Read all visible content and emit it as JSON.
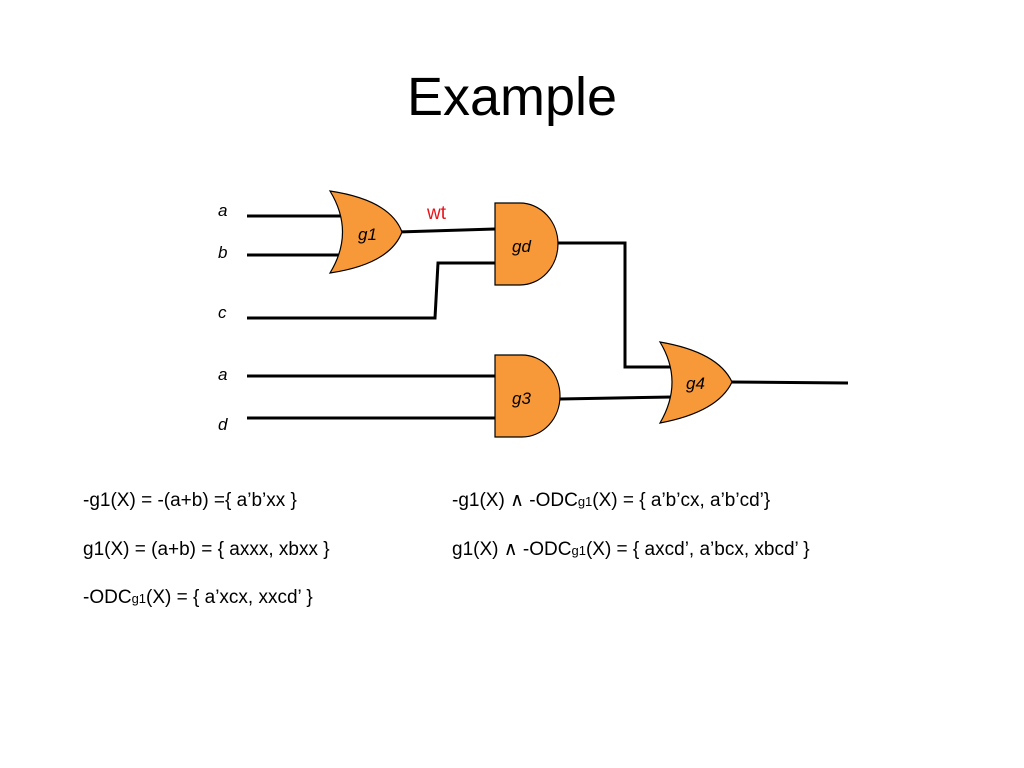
{
  "title": "Example",
  "circuit": {
    "inputs": [
      "a",
      "b",
      "c",
      "a",
      "d"
    ],
    "gates": {
      "g1": "g1",
      "gd": "gd",
      "g3": "g3",
      "g4": "g4"
    },
    "wire_label": "wt",
    "colors": {
      "gate_fill": "#f79839",
      "wire_label": "#e8141b"
    }
  },
  "equations": {
    "left": [
      {
        "text": "-g1(X) = -(a+b) ={ a’b’xx }"
      },
      {
        "text": "g1(X) = (a+b) = { axxx, xbxx }"
      },
      {
        "pre": "-ODC",
        "sub": "g1",
        "post": "(X) = { a’xcx, xxcd’ }"
      }
    ],
    "right": [
      {
        "pre": "-g1(X) ∧ -ODC",
        "sub": "g1",
        "post": "(X) = { a’b’cx, a’b’cd’}"
      },
      {
        "pre": "g1(X) ∧ -ODC",
        "sub": "g1",
        "post": "(X) = { axcd’, a’bcx, xbcd’ }"
      }
    ]
  }
}
